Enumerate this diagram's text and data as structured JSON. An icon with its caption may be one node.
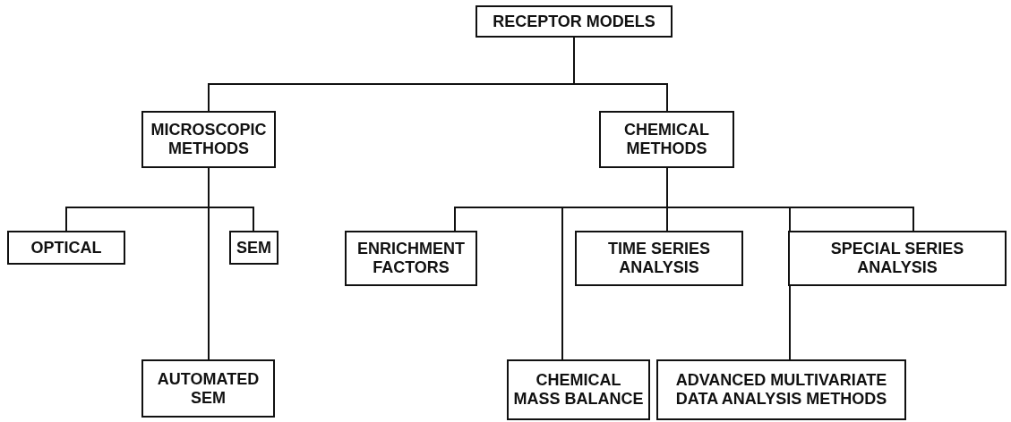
{
  "diagram": {
    "nodes": [
      {
        "text": [
          "RECEPTOR MODELS"
        ]
      },
      {
        "text": [
          "MICROSCOPIC METHODS"
        ]
      },
      {
        "text": [
          "CHEMICAL METHODS"
        ]
      },
      {
        "text": [
          "OPTICAL"
        ]
      },
      {
        "text": [
          "SEM"
        ]
      },
      {
        "text": [
          "AUTOMATED SEM"
        ]
      },
      {
        "text": [
          "ENRICHMENT FACTORS"
        ]
      },
      {
        "text": [
          "TIME SERIES ANALYSIS"
        ]
      },
      {
        "text": [
          "SPECIAL SERIES ANALYSIS"
        ]
      },
      {
        "text": [
          "CHEMICAL MASS BALANCE"
        ]
      },
      {
        "text": [
          "ADVANCED MULTIVARIATE DATA ANALYSIS METHODS"
        ]
      }
    ],
    "edges": [
      {
        "from": 0,
        "to": 1,
        "arrow": "none"
      },
      {
        "from": 0,
        "to": 2,
        "arrow": "none"
      },
      {
        "from": 1,
        "to": 3,
        "arrow": "none"
      },
      {
        "from": 1,
        "to": 4,
        "arrow": "none"
      },
      {
        "from": 1,
        "to": 5,
        "arrow": "none"
      },
      {
        "from": 2,
        "to": 6,
        "arrow": "none"
      },
      {
        "from": 2,
        "to": 7,
        "arrow": "none"
      },
      {
        "from": 2,
        "to": 8,
        "arrow": "none"
      },
      {
        "from": 2,
        "to": 9,
        "arrow": "none"
      },
      {
        "from": 2,
        "to": 10,
        "arrow": "none"
      }
    ]
  }
}
